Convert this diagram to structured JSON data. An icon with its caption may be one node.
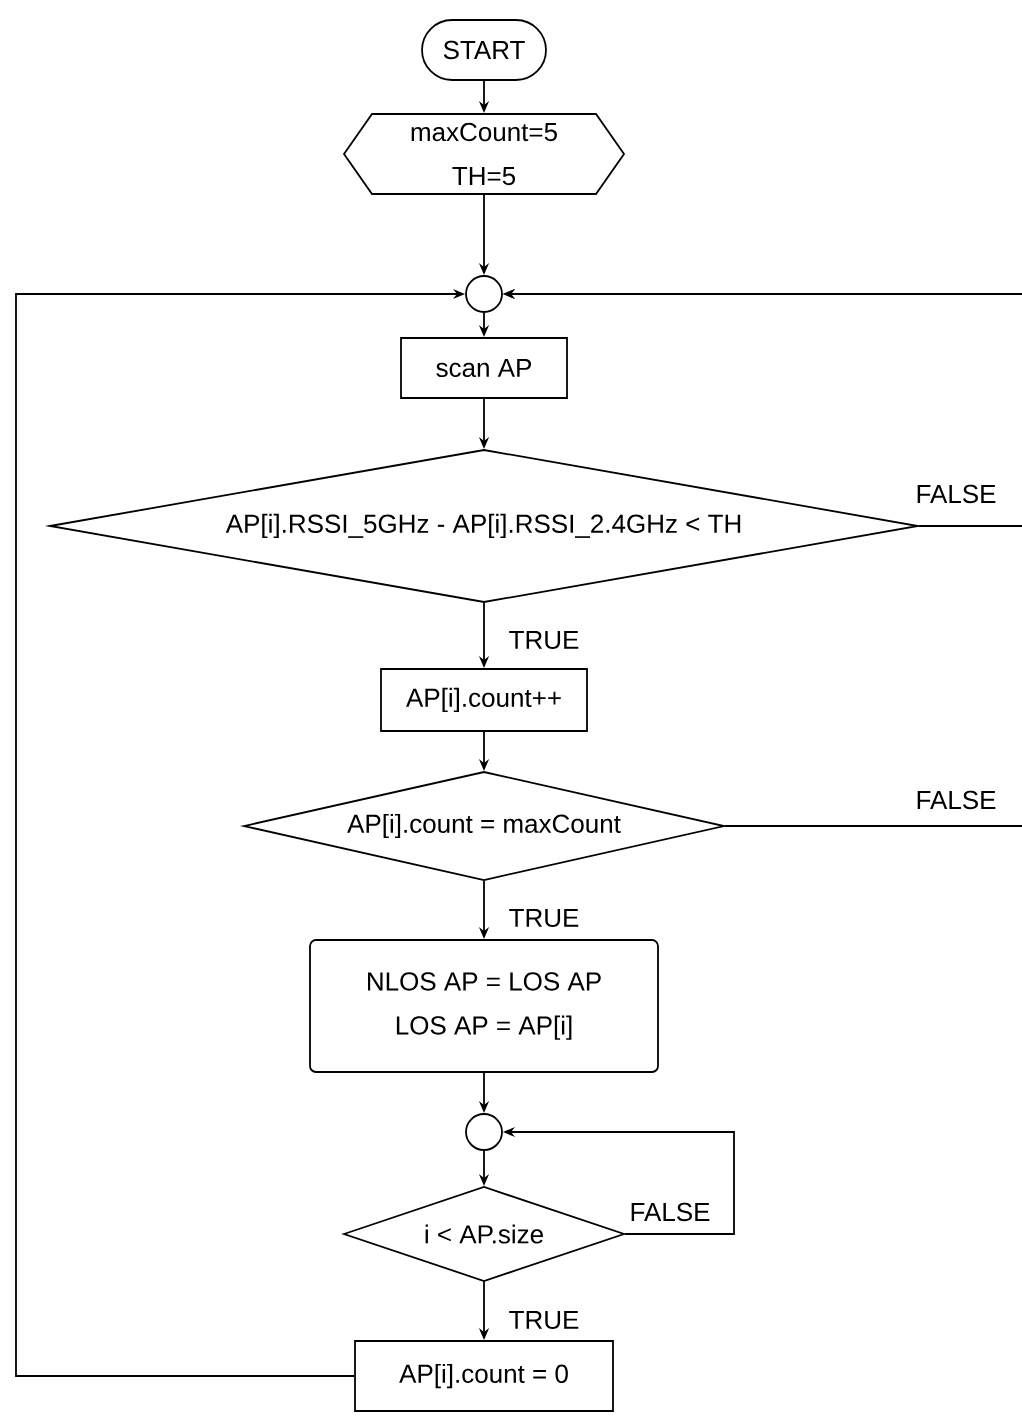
{
  "diagram": {
    "nodes": [
      {
        "text": [
          "START"
        ]
      },
      {
        "text": [
          "maxCount=5",
          "TH=5"
        ]
      },
      {
        "text": [],
        "shape": "circle"
      },
      {
        "text": [
          "scan AP"
        ]
      },
      {
        "text": [
          "AP[i].RSSI_5GHz - AP[i].RSSI_2.4GHz < TH"
        ]
      },
      {
        "text": [
          "AP[i].count++"
        ]
      },
      {
        "text": [
          "AP[i].count = maxCount"
        ]
      },
      {
        "text": [
          "NLOS AP = LOS AP",
          "LOS AP = AP[i]"
        ]
      },
      {
        "text": [],
        "shape": "circle"
      },
      {
        "text": [
          "i < AP.size"
        ]
      },
      {
        "text": [
          "AP[i].count = 0"
        ]
      }
    ],
    "edges": [
      {
        "from": 0,
        "to": 1,
        "arrow": "to"
      },
      {
        "from": 1,
        "to": 2,
        "arrow": "to"
      },
      {
        "from": 2,
        "to": 3,
        "arrow": "to"
      },
      {
        "from": 3,
        "to": 4,
        "arrow": "to"
      },
      {
        "from": 4,
        "to": 5,
        "arrow": "to",
        "label": "TRUE"
      },
      {
        "from": 4,
        "to": 2,
        "arrow": "to",
        "label": "FALSE"
      },
      {
        "from": 5,
        "to": 6,
        "arrow": "to"
      },
      {
        "from": 6,
        "to": 7,
        "arrow": "to",
        "label": "TRUE"
      },
      {
        "from": 6,
        "to": 2,
        "arrow": "to",
        "label": "FALSE"
      },
      {
        "from": 7,
        "to": 8,
        "arrow": "to"
      },
      {
        "from": 8,
        "to": 9,
        "arrow": "to"
      },
      {
        "from": 9,
        "to": 10,
        "arrow": "to",
        "label": "TRUE"
      },
      {
        "from": 9,
        "to": 8,
        "arrow": "to",
        "label": "FALSE"
      },
      {
        "from": 10,
        "to": 2,
        "arrow": "to"
      }
    ]
  }
}
